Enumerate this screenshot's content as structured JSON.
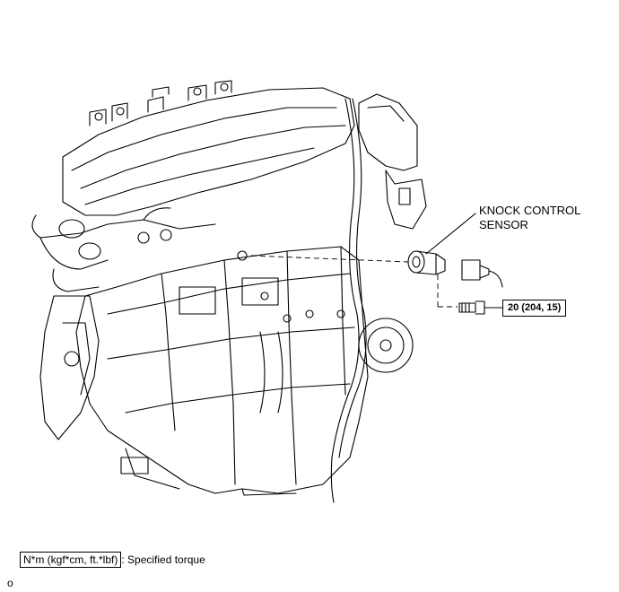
{
  "callouts": {
    "knock_sensor_line1": "KNOCK CONTROL",
    "knock_sensor_line2": "SENSOR"
  },
  "torque_spec": "20 (204, 15)",
  "legend": {
    "unit_box": "N*m (kgf*cm, ft.*lbf)",
    "description": ": Specified torque"
  },
  "footnote": "o"
}
